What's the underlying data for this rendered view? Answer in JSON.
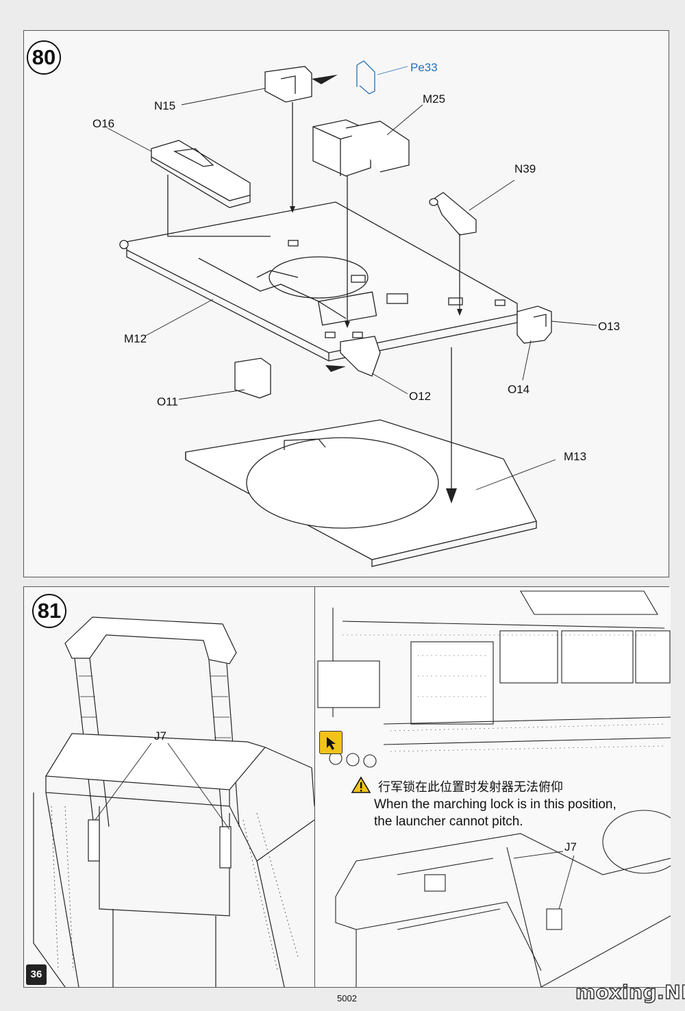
{
  "step80": {
    "number": "80",
    "labels": {
      "pe33": "Pe33",
      "n15": "N15",
      "m25": "M25",
      "o16": "O16",
      "n39": "N39",
      "o13": "O13",
      "m12": "M12",
      "o14": "O14",
      "o12": "O12",
      "o11": "O11",
      "m13": "M13"
    }
  },
  "step81": {
    "number": "81",
    "label_j7_main": "J7",
    "label_j7_detail": "J7",
    "warning_zh": "行军锁在此位置时发射器无法俯仰",
    "warning_en_line1": "When the marching lock is in this position,",
    "warning_en_line2": "the launcher cannot pitch.",
    "icons": [
      "warning-triangle-icon",
      "cursor-arrow-icon"
    ]
  },
  "footer": {
    "page_number": "36",
    "product_code": "5002",
    "watermark": "moxing.NET"
  },
  "colors": {
    "accent_blue": "#2a6fb3",
    "warning_yellow": "#f2c21b",
    "line": "#222222"
  }
}
